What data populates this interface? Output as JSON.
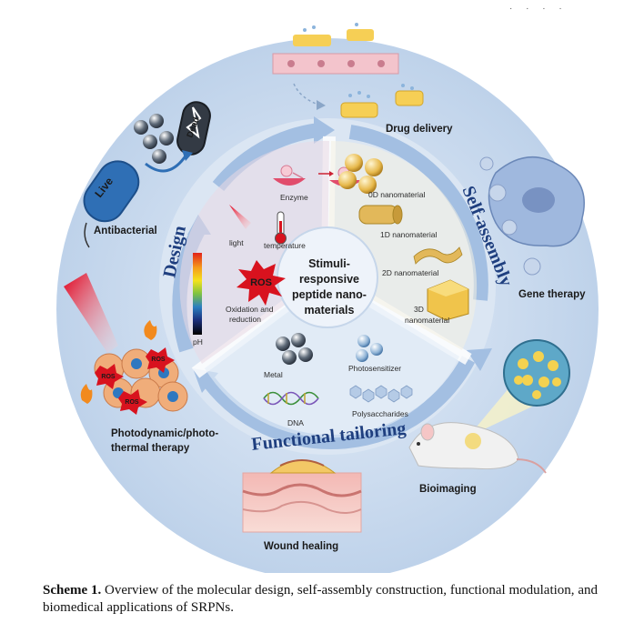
{
  "top_marks": "· · · ·",
  "center": {
    "line1": "Stimuli-",
    "line2": "responsive",
    "line3": "peptide nano-",
    "line4": "materials"
  },
  "sectors": {
    "design": "Design",
    "self_assembly": "Self-assembly",
    "functional_tailoring": "Functional tailoring"
  },
  "design_items": {
    "enzyme": "Enzyme",
    "light": "light",
    "temperature": "temperature",
    "ros": "ROS",
    "oxidation_line1": "Oxidation and",
    "oxidation_line2": "reduction",
    "ph": "pH"
  },
  "assembly_items": {
    "nano0d": "0D nanomaterial",
    "nano1d": "1D  nanomaterial",
    "nano2d": "2D nanomaterial",
    "nano3d_line1": "3D",
    "nano3d_line2": "nanomaterial"
  },
  "functional_items": {
    "metal": "Metal",
    "photosensitizer": "Photosensitizer",
    "dna": "DNA",
    "polysaccharides": "Polysaccharides"
  },
  "applications": {
    "drug_delivery": "Drug delivery",
    "gene_therapy": "Gene therapy",
    "bioimaging": "Bioimaging",
    "wound_healing": "Wound healing",
    "pdt_line1": "Photodynamic/photo-",
    "pdt_line2": "thermal therapy",
    "antibacterial": "Antibacterial",
    "live": "Live",
    "dead": "Dead",
    "ros": "ROS"
  },
  "caption": {
    "label": "Scheme 1.",
    "text": " Overview of the molecular design, self-assembly construction, functional modulation, and biomedical applications of SRPNs."
  },
  "colors": {
    "outer_ring": "#c9d9ec",
    "inner_disc": "#dfe9f5",
    "arrow": "#a9c2e2",
    "sector_title": "#1f3f7f",
    "ros_red": "#d8121e"
  }
}
